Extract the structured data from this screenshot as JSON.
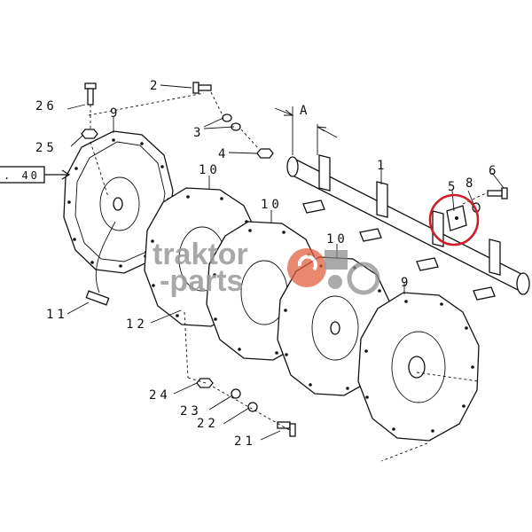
{
  "diagram": {
    "labels": {
      "c1": "1",
      "c2": "2",
      "c3": "3",
      "c4": "4",
      "c5": "5",
      "c6": "6",
      "c8": "8",
      "c9a": "9",
      "c9b": "9",
      "c10a": "10",
      "c10b": "10",
      "c10c": "10",
      "c11": "11",
      "c12": "12",
      "c21": "21",
      "c22": "22",
      "c23": "23",
      "c24": "24",
      "c25": "25",
      "c26": "26",
      "dimA": "A",
      "refbox": ". 40"
    },
    "watermark": {
      "line1": "traktor",
      "line2": "-parts"
    },
    "colors": {
      "line": "#111111",
      "highlight": "#cc1f2a",
      "watermark": "#9a9a9a",
      "logo": "#e05a3a"
    }
  }
}
